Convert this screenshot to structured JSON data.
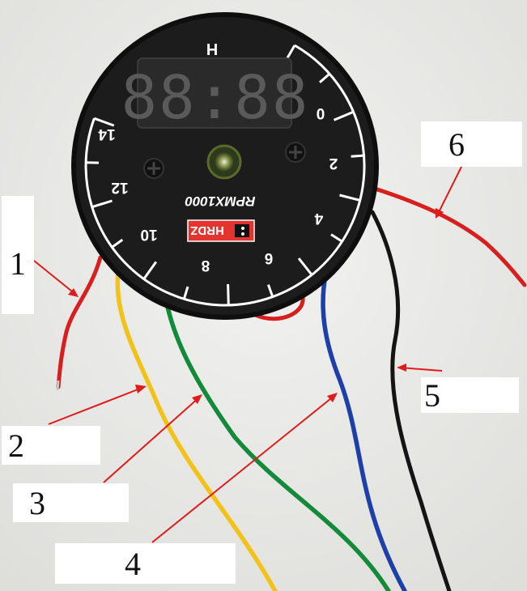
{
  "device": {
    "top_letter": "H",
    "display_digits": "88:88",
    "model_text": "RPMX1000",
    "brand_badge": "HRDZ",
    "dial_numbers": [
      "0",
      "2",
      "4",
      "6",
      "8",
      "10",
      "12",
      "14"
    ]
  },
  "callouts": [
    {
      "number": "1",
      "wire_color": "#d62020"
    },
    {
      "number": "2",
      "wire_color": "#f2c21a"
    },
    {
      "number": "3",
      "wire_color": "#138a3a"
    },
    {
      "number": "4",
      "wire_color": "#1f3fa8"
    },
    {
      "number": "5",
      "wire_color": "#141414"
    },
    {
      "number": "6",
      "wire_color": "#d62020"
    }
  ],
  "colors": {
    "dial_face": "#1c1c1c",
    "dial_markings": "#ffffff",
    "arrow": "#e01b1b",
    "badge": "#e3342f",
    "segment_off": "#5a5a5a"
  }
}
